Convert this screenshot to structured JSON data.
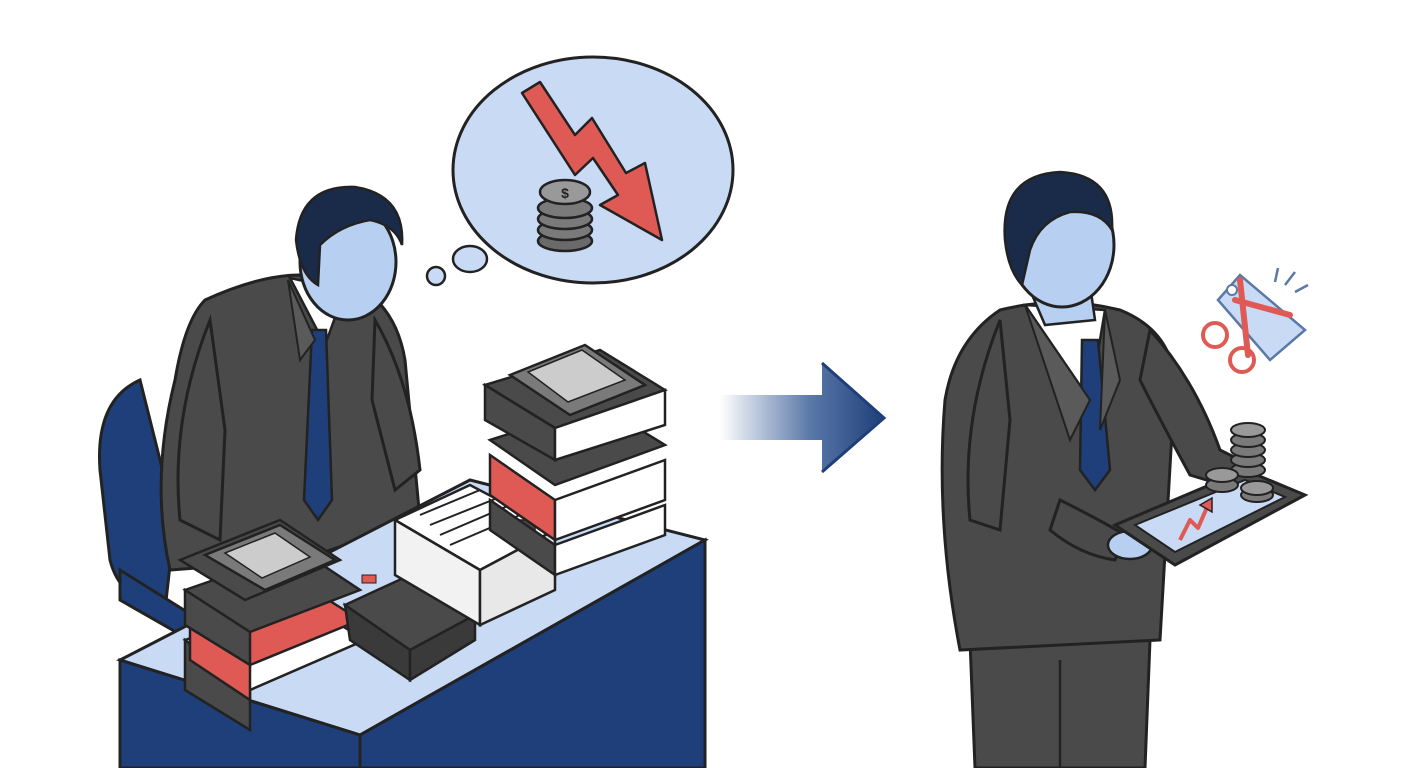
{
  "scene": {
    "left": {
      "subject": "stressed-businessman-at-desk",
      "thought_bubble": {
        "icons": [
          "falling-arrow-icon",
          "coin-stack-icon"
        ]
      },
      "desk_items": [
        "binder-stack",
        "calculator",
        "paper-stack"
      ]
    },
    "transition": {
      "icon": "right-arrow-icon"
    },
    "right": {
      "subject": "confident-businessman-with-tablet",
      "tablet": {
        "icons": [
          "rising-arrow-icon"
        ],
        "coins": "coin-stack-icon"
      },
      "floating_icon": "scissors-price-tag-icon"
    }
  },
  "colors": {
    "navy": "#1f3f7a",
    "suit": "#4a4a4a",
    "skin": "#b7cff0",
    "hair": "#1a2b4a",
    "red": "#e05a55",
    "outline": "#222222",
    "desk_top": "#c9daf5",
    "bubble": "#c9daf5"
  }
}
